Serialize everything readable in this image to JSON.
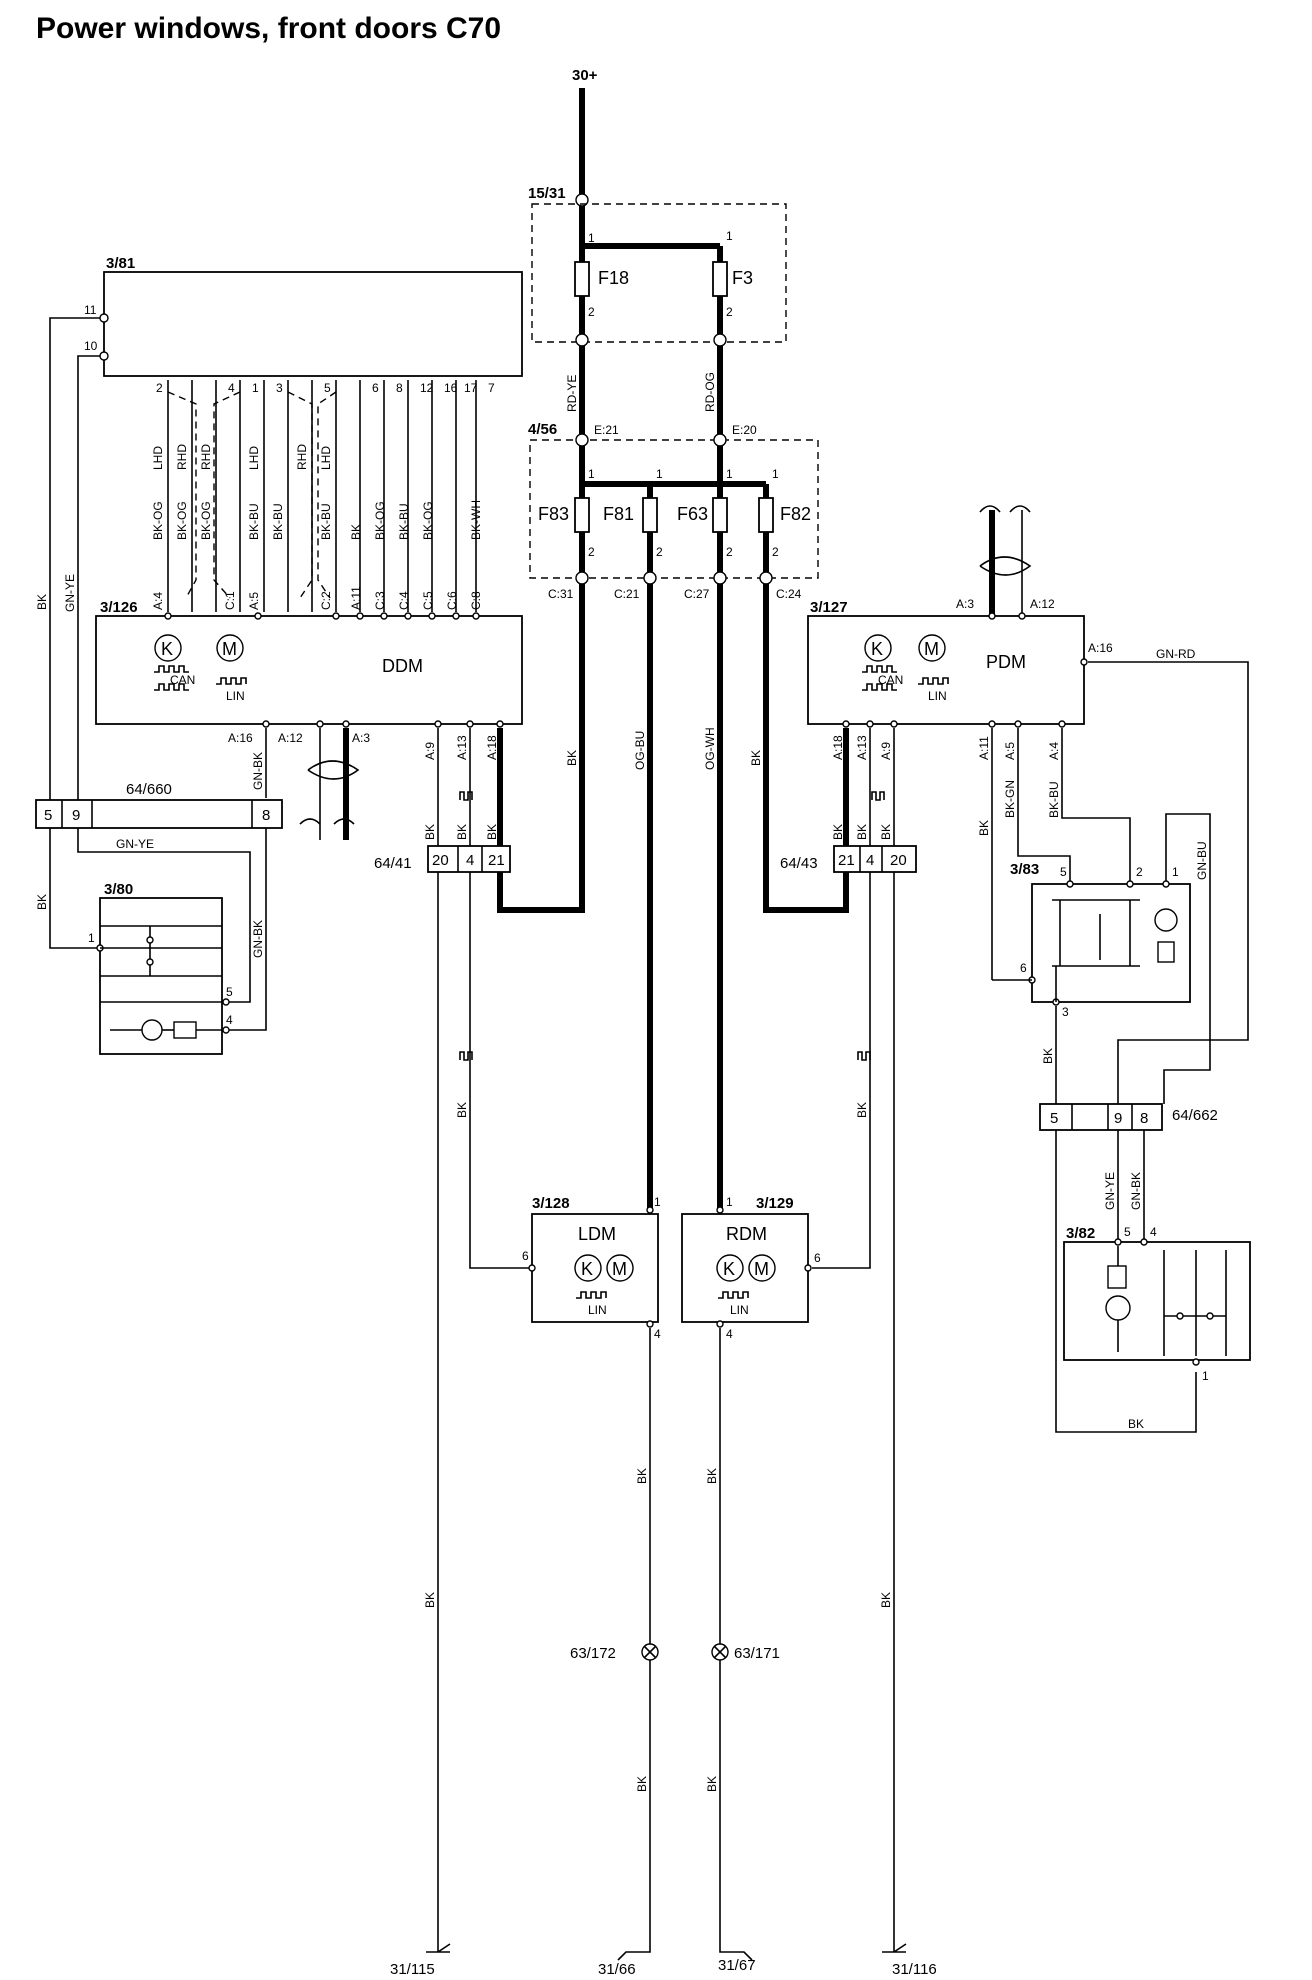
{
  "title": "Power windows, front doors C70",
  "supply": "30+",
  "fusebox_a": {
    "id": "15/31",
    "fuses": [
      "F18",
      "F3"
    ]
  },
  "fusebox_b": {
    "id": "4/56",
    "fuses": [
      "F83",
      "F81",
      "F63",
      "F82"
    ],
    "pins": [
      "E:21",
      "E:20",
      "C:31",
      "C:21",
      "C:27",
      "C:24"
    ]
  },
  "wires_fuse": [
    "RD-YE",
    "RD-OG",
    "BK",
    "OG-BU",
    "OG-WH",
    "BK"
  ],
  "module_381": {
    "id": "3/81",
    "pins": [
      "11",
      "10",
      "2",
      "4",
      "1",
      "3",
      "5",
      "6",
      "8",
      "12",
      "16",
      "17",
      "7"
    ]
  },
  "harness_labels": {
    "variant": [
      "LHD",
      "RHD",
      "RHD",
      "LHD",
      "RHD",
      "LHD"
    ],
    "colors": [
      "BK-OG",
      "BK-OG",
      "BK-OG",
      "BK-BU",
      "BK-BU",
      "BK-BU",
      "BK",
      "BK-OG",
      "BK-BU",
      "BK-OG",
      "BK-WH"
    ],
    "pins": [
      "A:4",
      "C:1",
      "A:5",
      "C:2",
      "A:11",
      "C:3",
      "C:4",
      "C:5",
      "C:6",
      "C:8"
    ]
  },
  "ddm": {
    "id": "3/126",
    "name": "DDM",
    "bus1": "CAN",
    "bus2": "LIN",
    "pins_bottom": [
      "A:16",
      "A:12",
      "A:3",
      "A:9",
      "A:13",
      "A:18"
    ]
  },
  "pdm": {
    "id": "3/127",
    "name": "PDM",
    "bus1": "CAN",
    "bus2": "LIN",
    "pins_top": [
      "A:3",
      "A:12"
    ],
    "pin_side": "A:16",
    "pins_bottom": [
      "A:18",
      "A:13",
      "A:9",
      "A:11",
      "A:5",
      "A:4"
    ]
  },
  "connector_64_660": {
    "id": "64/660",
    "pins": [
      "5",
      "9",
      "8"
    ]
  },
  "connector_64_41": {
    "id": "64/41",
    "pins": [
      "20",
      "4",
      "21"
    ]
  },
  "connector_64_43": {
    "id": "64/43",
    "pins": [
      "21",
      "4",
      "20"
    ]
  },
  "connector_64_662": {
    "id": "64/662",
    "pins": [
      "5",
      "9",
      "8"
    ]
  },
  "switch_380": {
    "id": "3/80",
    "pins": [
      "1",
      "5",
      "4"
    ]
  },
  "switch_383": {
    "id": "3/83",
    "pins": [
      "5",
      "2",
      "1",
      "6",
      "3"
    ]
  },
  "switch_382": {
    "id": "3/82",
    "pins": [
      "5",
      "4",
      "1"
    ]
  },
  "ldm": {
    "id": "3/128",
    "name": "LDM",
    "bus": "LIN",
    "pins": [
      "1",
      "6",
      "4"
    ]
  },
  "rdm": {
    "id": "3/129",
    "name": "RDM",
    "bus": "LIN",
    "pins": [
      "1",
      "6",
      "4"
    ]
  },
  "splices": [
    "63/172",
    "63/171"
  ],
  "grounds": [
    "31/115",
    "31/66",
    "31/67",
    "31/116"
  ],
  "wire_labels": {
    "bk": "BK",
    "gn_ye": "GN-YE",
    "gn_bk": "GN-BK",
    "gn_rd": "GN-RD",
    "gn_bu": "GN-BU",
    "bk_gn": "BK-GN",
    "bk_bu": "BK-BU"
  }
}
